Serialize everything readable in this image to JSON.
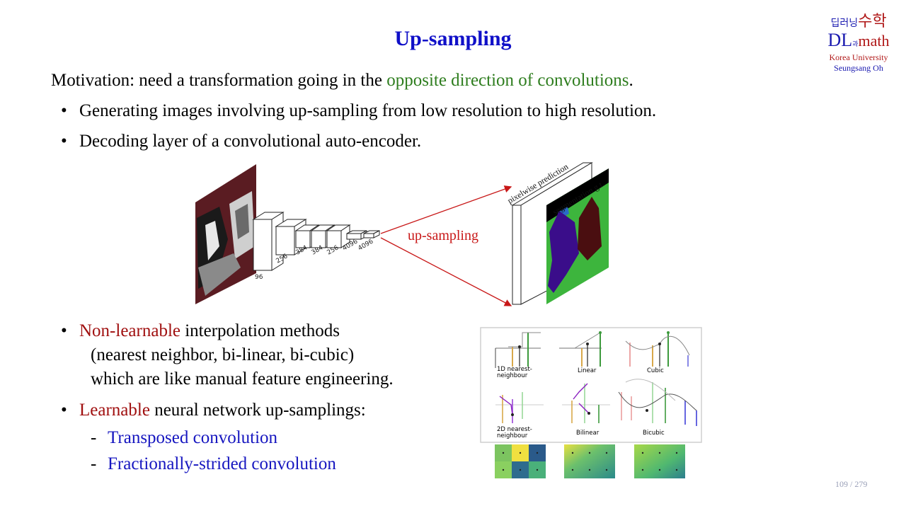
{
  "slide": {
    "title": "Up-sampling",
    "page": "109 / 279"
  },
  "logo": {
    "korean_part1": "딥러닝",
    "korean_conj": "과",
    "korean_part2": "수학",
    "dl": "DL",
    "math": "math",
    "university": "Korea University",
    "author": "Seungsang Oh"
  },
  "motivation": {
    "prefix": "Motivation: need a transformation going in the ",
    "highlight": "opposite direction of convolutions",
    "suffix": "."
  },
  "bullets_top": [
    "Generating images involving up-sampling from low resolution to high resolution.",
    "Decoding layer of a convolutional auto-encoder."
  ],
  "diagram": {
    "layer_labels": [
      "96",
      "256",
      "384",
      "384",
      "256",
      "4096",
      "4096"
    ],
    "upsampling_label": "up-sampling",
    "pixelwise_label": "pixelwise prediction",
    "segmentation_label": "segmentation g.t."
  },
  "bullets_bottom": {
    "nonlearnable_highlight": "Non-learnable",
    "nonlearnable_rest": " interpolation methods",
    "nonlearnable_line2": "(nearest neighbor, bi-linear, bi-cubic)",
    "nonlearnable_line3": "which are like manual feature engineering.",
    "learnable_highlight": "Learnable",
    "learnable_rest": " neural network up-samplings:",
    "sub_items": [
      "Transposed convolution",
      "Fractionally-strided convolution"
    ]
  },
  "interp_figure": {
    "labels": [
      "1D nearest-",
      "neighbour",
      "Linear",
      "Cubic",
      "2D nearest-",
      "neighbour",
      "Bilinear",
      "Bicubic"
    ]
  },
  "colors": {
    "title": "#1010c8",
    "highlight_green": "#2e7d1e",
    "highlight_red": "#a01010",
    "link_blue": "#1616c0",
    "arrow_red": "#c81818"
  }
}
